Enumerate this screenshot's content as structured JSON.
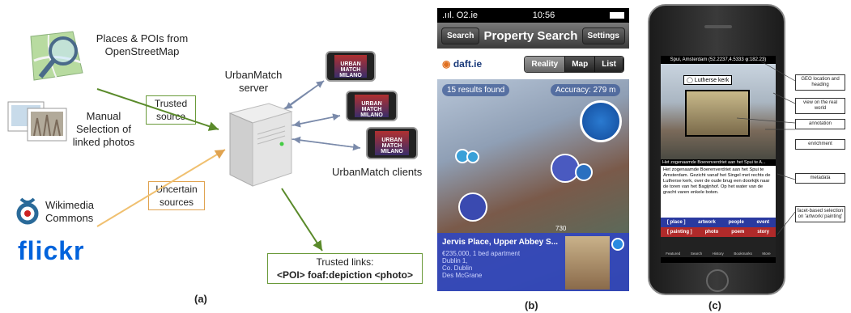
{
  "panel_a": {
    "osm_label": "Places & POIs from OpenStreetMap",
    "manual_label": "Manual Selection of linked photos",
    "trusted_source": "Trusted source",
    "uncertain_sources": "Uncertain sources",
    "wikimedia_label": "Wikimedia Commons",
    "flickr_label": "flickr",
    "server_label": "UrbanMatch server",
    "clients_label": "UrbanMatch clients",
    "trusted_links_title": "Trusted links:",
    "trusted_links_formula": "<POI> foaf:depiction <photo>",
    "caption": "(a)",
    "phone_screen_text": "URBAN MATCH",
    "phone_screen_sub": "MILANO"
  },
  "panel_b": {
    "carrier": ".ııl. O2.ie",
    "time": "10:56",
    "search_btn": "Search",
    "title": "Property Search",
    "settings_btn": "Settings",
    "logo": "daft.ie",
    "tabs": [
      "Reality",
      "Map",
      "List"
    ],
    "results": "15 results found",
    "accuracy": "Accuracy: 279 m",
    "count": "730",
    "listing_title": "Jervis Place, Upper Abbey S...",
    "listing_line1": "€235,000, 1 bed apartment",
    "listing_line2": "Dublin 1,",
    "listing_line3": "Co. Dublin",
    "listing_line4": "Des McGrane",
    "caption": "(b)"
  },
  "panel_c": {
    "geo": "Spui, Amsterdam (52.2237,4.5333 φ:182.23)",
    "annotation_label": "Lutherse kerk",
    "metadata_title": "Het zogenaamde Boerenverdriet aan het Spui te A...",
    "metadata_body": "Het zogenaamde Boerenverdriet aan het Spui te Amsterdam. Gezicht vanaf het Singel met rechts de Lutherse kerk, over de oude brug een doorkijk naar de toren van het Bagijnhof. Op het water van de gracht varen enkele boten.",
    "facets_row1": [
      "[ place ]",
      "artwork",
      "people",
      "event"
    ],
    "facets_row2": [
      "[ painting ]",
      "photo",
      "poem",
      "story"
    ],
    "tabbar": [
      "Featured",
      "Search",
      "History",
      "Bookmarks",
      "More"
    ],
    "annotations": [
      "GEO location and heading",
      "view on the real world",
      "annotation",
      "enrichment",
      "metadata",
      "facet-based selection on 'artwork/ painting'"
    ],
    "caption": "(c)"
  }
}
